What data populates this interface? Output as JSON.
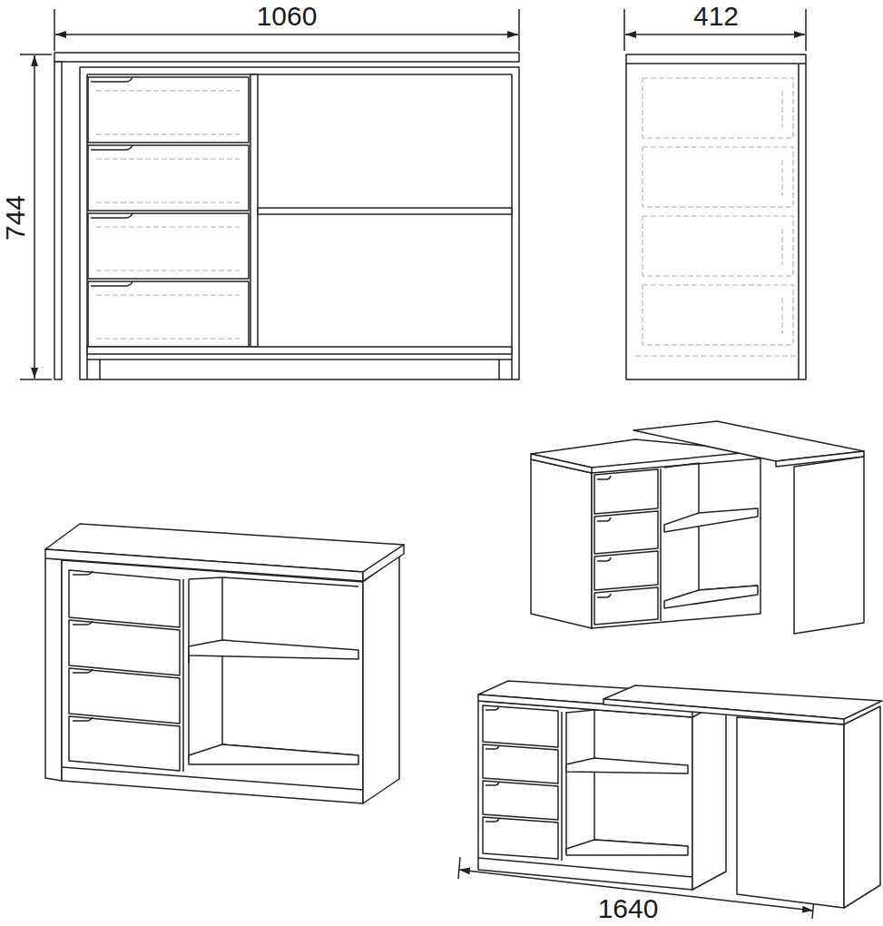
{
  "diagram": {
    "labels": [
      "1060",
      "412",
      "744",
      "1640"
    ]
  }
}
